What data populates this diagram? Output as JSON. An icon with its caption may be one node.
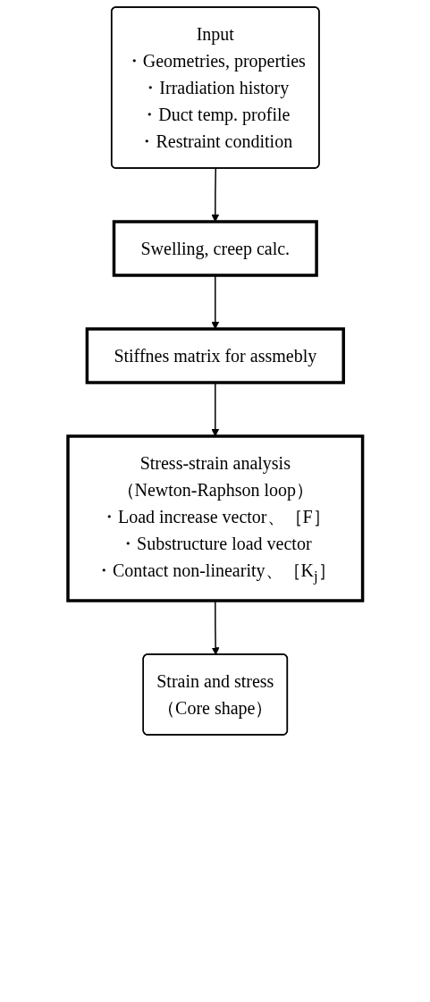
{
  "diagram": {
    "nodes": [
      {
        "text": [
          "Input",
          "・Geometries, properties",
          "・Irradiation history",
          "・Duct temp. profile",
          "・Restraint condition"
        ]
      },
      {
        "text": [
          "Swelling, creep calc."
        ]
      },
      {
        "text": [
          "Stiffnes matrix for assmebly"
        ]
      },
      {
        "text": [
          "Stress-strain analysis",
          "（Newton-Raphson loop）",
          "・Load increase vector、［F］",
          "・Substructure load vector",
          "・Contact non-linearity、［K$_{j}$］"
        ]
      },
      {
        "text": [
          "Strain and stress",
          "（Core shape）"
        ]
      }
    ],
    "edges": [
      {
        "from": 0,
        "to": 1,
        "arrow": "to"
      },
      {
        "from": 1,
        "to": 2,
        "arrow": "to"
      },
      {
        "from": 2,
        "to": 3,
        "arrow": "to"
      },
      {
        "from": 3,
        "to": 4,
        "arrow": "to"
      }
    ]
  }
}
